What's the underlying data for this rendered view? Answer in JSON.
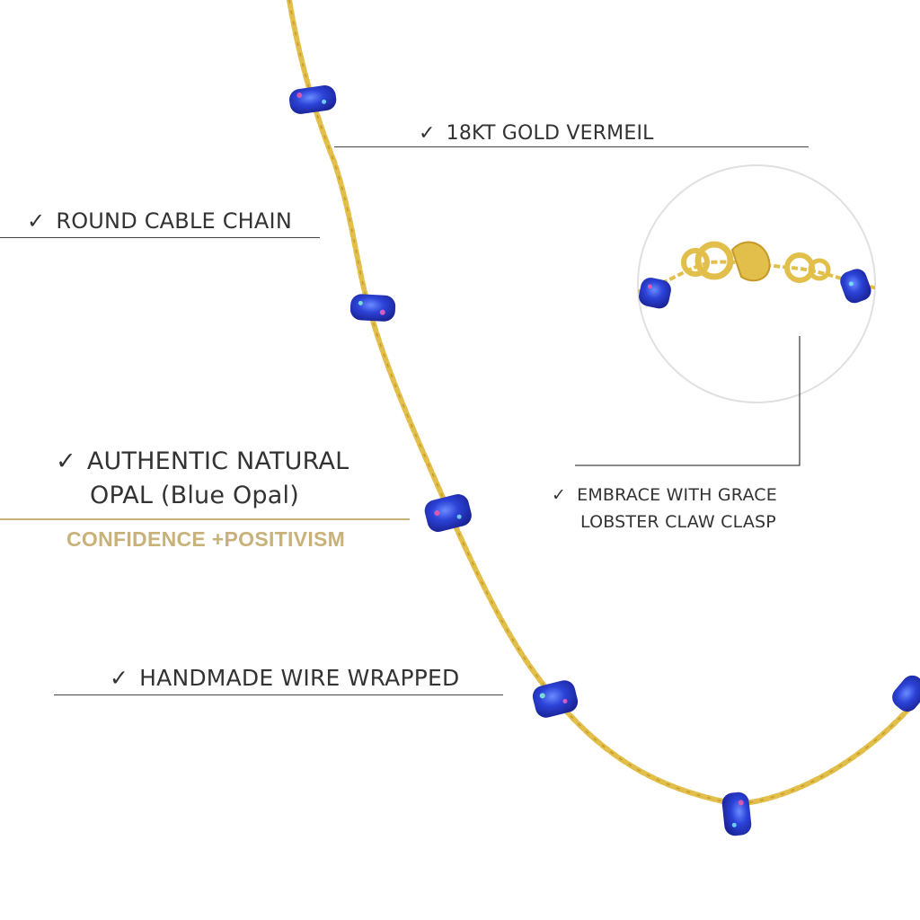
{
  "features": {
    "gold": {
      "check": "✓",
      "text": "18KT GOLD VERMEIL"
    },
    "chain": {
      "check": "✓",
      "text": "ROUND CABLE CHAIN"
    },
    "opal": {
      "check": "✓",
      "line1": "AUTHENTIC NATURAL",
      "line2": "OPAL (Blue Opal)"
    },
    "wire": {
      "check": "✓",
      "text": "HANDMADE WIRE WRAPPED"
    },
    "clasp": {
      "check": "✓",
      "line1": "EMBRACE WITH GRACE",
      "line2": "LOBSTER CLAW CLASP"
    }
  },
  "tagline": "CONFIDENCE +POSITIVISM",
  "colors": {
    "gold_chain": "#e2bf4a",
    "gold_text": "#c9b27a",
    "opal_blue": "#2a3fd0",
    "text": "#333333"
  }
}
